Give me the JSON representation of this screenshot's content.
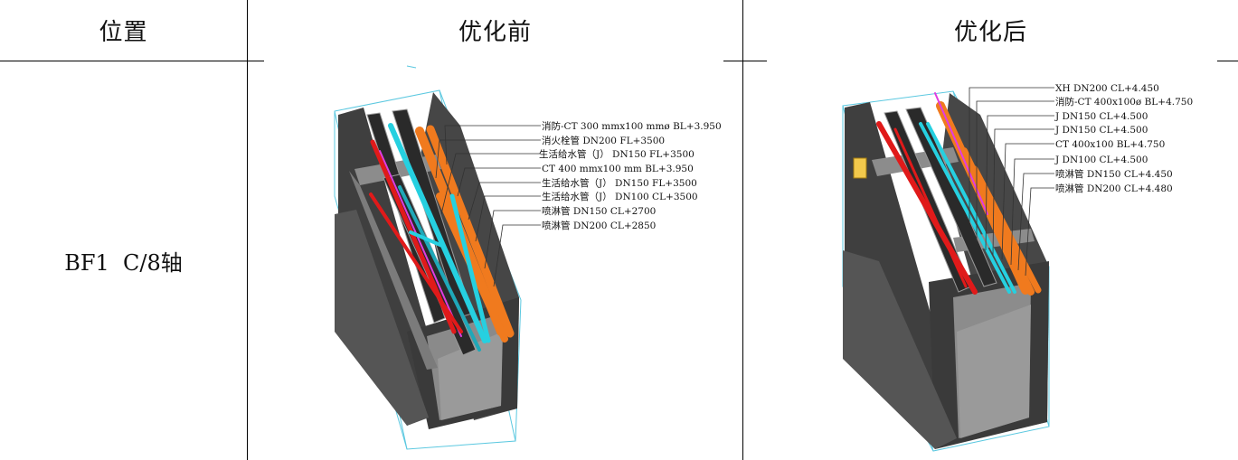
{
  "table": {
    "headers": [
      "位置",
      "优化前",
      "优化后"
    ],
    "location": "BF1  C/8轴"
  },
  "before": {
    "labels": [
      "消防-CT 300 mmx100 mmø BL+3.950",
      "消火栓管  DN200  FL+3500",
      "生活给水管（J）  DN150  FL+3500",
      "CT 400 mmx100 mm   BL+3.950",
      "生活给水管（J）  DN150  FL+3500",
      "生活给水管（J）  DN100  CL+3500",
      "喷淋管  DN150  CL+2700",
      "喷淋管  DN200  CL+2850"
    ]
  },
  "after": {
    "labels": [
      "XH DN200 CL+4.450",
      "消防-CT 400x100ø BL+4.750",
      "J DN150 CL+4.500",
      "J DN150 CL+4.500",
      "CT 400x100   BL+4.750",
      "J DN100 CL+4.500",
      "喷淋管 DN150 CL+4.450",
      "喷淋管 DN200 CL+4.480"
    ]
  },
  "colors": {
    "wall": "#3f3f3f",
    "wall_top": "#8c8c8c",
    "floor": "#9a9a9a",
    "bbox": "#5bc8e0",
    "pipe_orange": "#f07a1e",
    "pipe_cyan": "#26d0e0",
    "pipe_red": "#e01a1a",
    "pipe_magenta": "#e03ce0",
    "tray": "#2a2a2a"
  }
}
